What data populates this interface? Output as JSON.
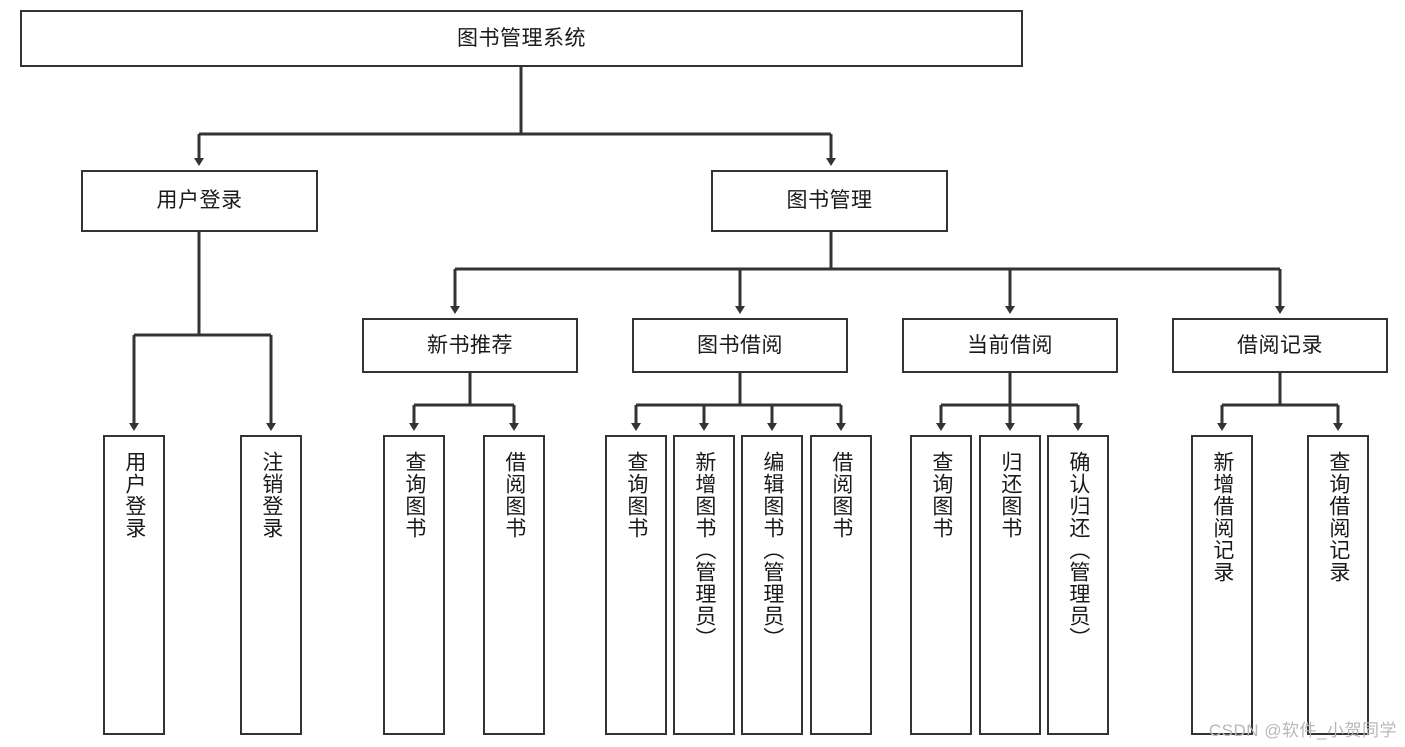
{
  "diagram": {
    "title": "图书管理系统",
    "watermark": "CSDN @软件_小贺同学",
    "stroke_color": "#333333",
    "background_color": "#ffffff",
    "text_color": "#1a1a1a",
    "watermark_color": "#b8b8b8",
    "root": {
      "label": "图书管理系统"
    },
    "level2": [
      {
        "label": "用户登录"
      },
      {
        "label": "图书管理"
      }
    ],
    "level3": [
      {
        "label": "新书推荐"
      },
      {
        "label": "图书借阅"
      },
      {
        "label": "当前借阅"
      },
      {
        "label": "借阅记录"
      }
    ],
    "leaves": {
      "user_login": [
        {
          "label": "用户登录"
        },
        {
          "label": "注销登录"
        }
      ],
      "new_book_recommend": [
        {
          "label": "查询图书"
        },
        {
          "label": "借阅图书"
        }
      ],
      "book_borrow": [
        {
          "label": "查询图书"
        },
        {
          "label": "新增图书（管理员）"
        },
        {
          "label": "编辑图书（管理员）"
        },
        {
          "label": "借阅图书"
        }
      ],
      "current_borrow": [
        {
          "label": "查询图书"
        },
        {
          "label": "归还图书"
        },
        {
          "label": "确认归还（管理员）"
        }
      ],
      "borrow_record": [
        {
          "label": "新增借阅记录"
        },
        {
          "label": "查询借阅记录"
        }
      ]
    }
  }
}
